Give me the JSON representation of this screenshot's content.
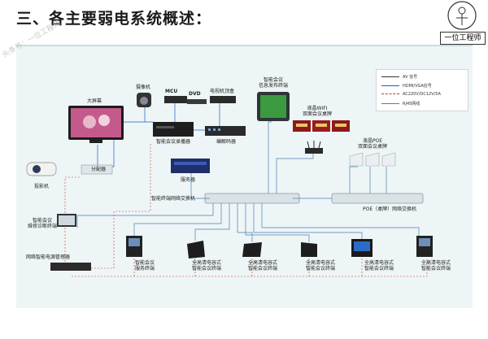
{
  "page": {
    "title": "三、各主要弱电系统概述：",
    "watermark": "头条号：一位工程师",
    "logo_text": "一位工程师"
  },
  "legend": [
    {
      "label": "AV 信号",
      "color": "#333333",
      "style": "solid"
    },
    {
      "label": "HDMI/VGA信号",
      "color": "#1a5ec8",
      "style": "solid"
    },
    {
      "label": "AC220V/DC12V/5A",
      "color": "#c0392b",
      "style": "dashed"
    },
    {
      "label": "RJ45网线",
      "color": "#4a7fb5",
      "style": "solid"
    }
  ],
  "devices": {
    "big_screen": "大屏幕",
    "camera": "摄像机",
    "mcu": "MCU",
    "dvd": "DVD",
    "tv_box": "电视机顶盒",
    "info_terminal_1": "智能会议",
    "info_terminal_2": "信息发布终端",
    "recorder": "智能会议录播器",
    "codec": "编解码器",
    "splitter": "分配器",
    "projector": "投影机",
    "server": "服务器",
    "wifi_sign_1": "液晶WIFI",
    "wifi_sign_2": "双面会议桌牌",
    "poe_sign_1": "液晶POE",
    "poe_sign_2": "双面会议桌牌",
    "main_switch": "智能终端网络交换机",
    "poe_switch": "POE（桌牌）网络交换机",
    "diag_terminal_1": "智能会议",
    "diag_terminal_2": "维修诊断终端",
    "power_manager": "网络智能电源管理器",
    "service_terminal_1": "智能会议",
    "service_terminal_2": "服务终端",
    "hd_terminal_1": "全高清电容式",
    "hd_terminal_2": "智能会议终端"
  }
}
